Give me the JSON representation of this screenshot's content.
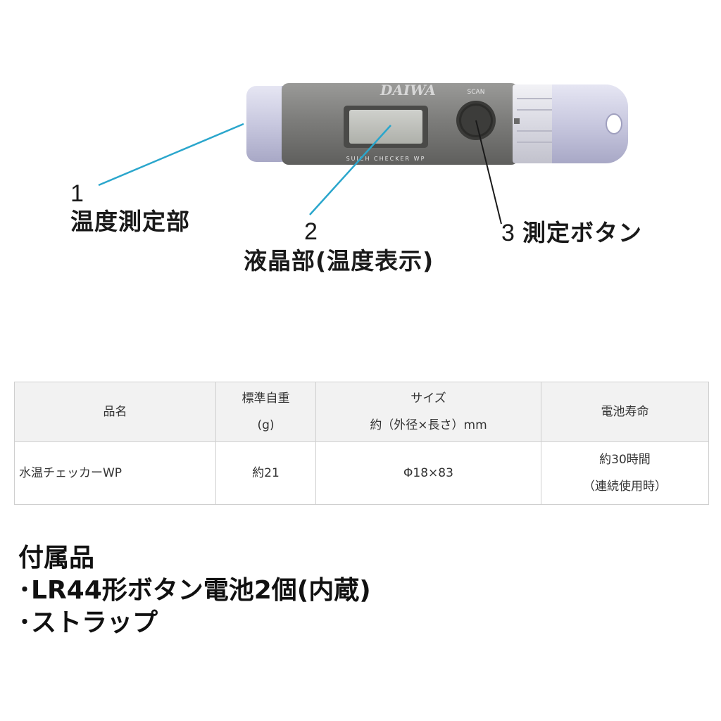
{
  "device": {
    "scan_label": "SCAN",
    "brand_text": "DAIWA",
    "model_text": "SUICH CHECKER WP"
  },
  "callouts": [
    {
      "number": "1",
      "label": "温度測定部"
    },
    {
      "number": "2",
      "label": "液晶部(温度表示)"
    },
    {
      "number": "3",
      "label": "測定ボタン"
    }
  ],
  "table": {
    "headers": [
      {
        "lines": [
          "品名"
        ]
      },
      {
        "lines": [
          "標準自重",
          "(g)"
        ]
      },
      {
        "lines": [
          "サイズ",
          "約（外径×長さ）mm"
        ]
      },
      {
        "lines": [
          "電池寿命"
        ]
      }
    ],
    "rows": [
      {
        "cells": [
          {
            "lines": [
              "水温チェッカーWP"
            ]
          },
          {
            "lines": [
              "約21"
            ]
          },
          {
            "lines": [
              "Φ18×83"
            ]
          },
          {
            "lines": [
              "約30時間",
              "（連続使用時）"
            ]
          }
        ]
      }
    ]
  },
  "accessories": {
    "title": "付属品",
    "items": [
      "･LR44形ボタン電池2個(内蔵)",
      "･ストラップ"
    ]
  }
}
